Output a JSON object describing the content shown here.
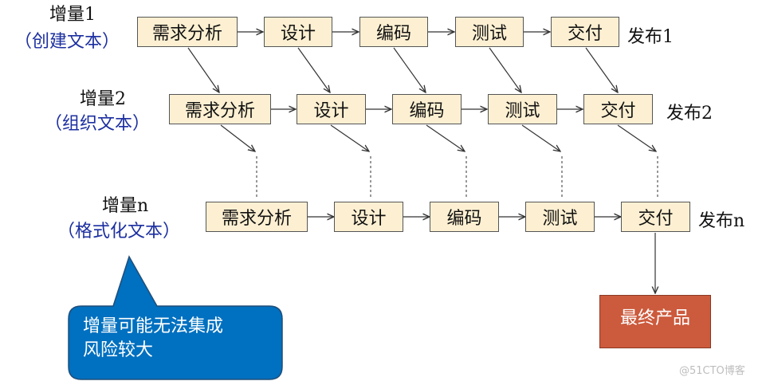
{
  "rows": [
    {
      "increment": "增量1",
      "text_type": "（创建文本）",
      "steps": [
        "需求分析",
        "设计",
        "编码",
        "测试",
        "交付"
      ],
      "release": "发布1"
    },
    {
      "increment": "增量2",
      "text_type": "（组织文本）",
      "steps": [
        "需求分析",
        "设计",
        "编码",
        "测试",
        "交付"
      ],
      "release": "发布2"
    },
    {
      "increment": "增量n",
      "text_type": "（格式化文本）",
      "steps": [
        "需求分析",
        "设计",
        "编码",
        "测试",
        "交付"
      ],
      "release": "发布n"
    }
  ],
  "final_product": "最终产品",
  "callout": {
    "line1": "增量可能无法集成",
    "line2": "风险较大"
  },
  "watermark": "@51CTO博客",
  "colors": {
    "step_fill": "#fdf0d2",
    "label_blue": "#1c2fa0",
    "final_fill": "#cc5a3c",
    "callout_fill": "#0070c0"
  }
}
